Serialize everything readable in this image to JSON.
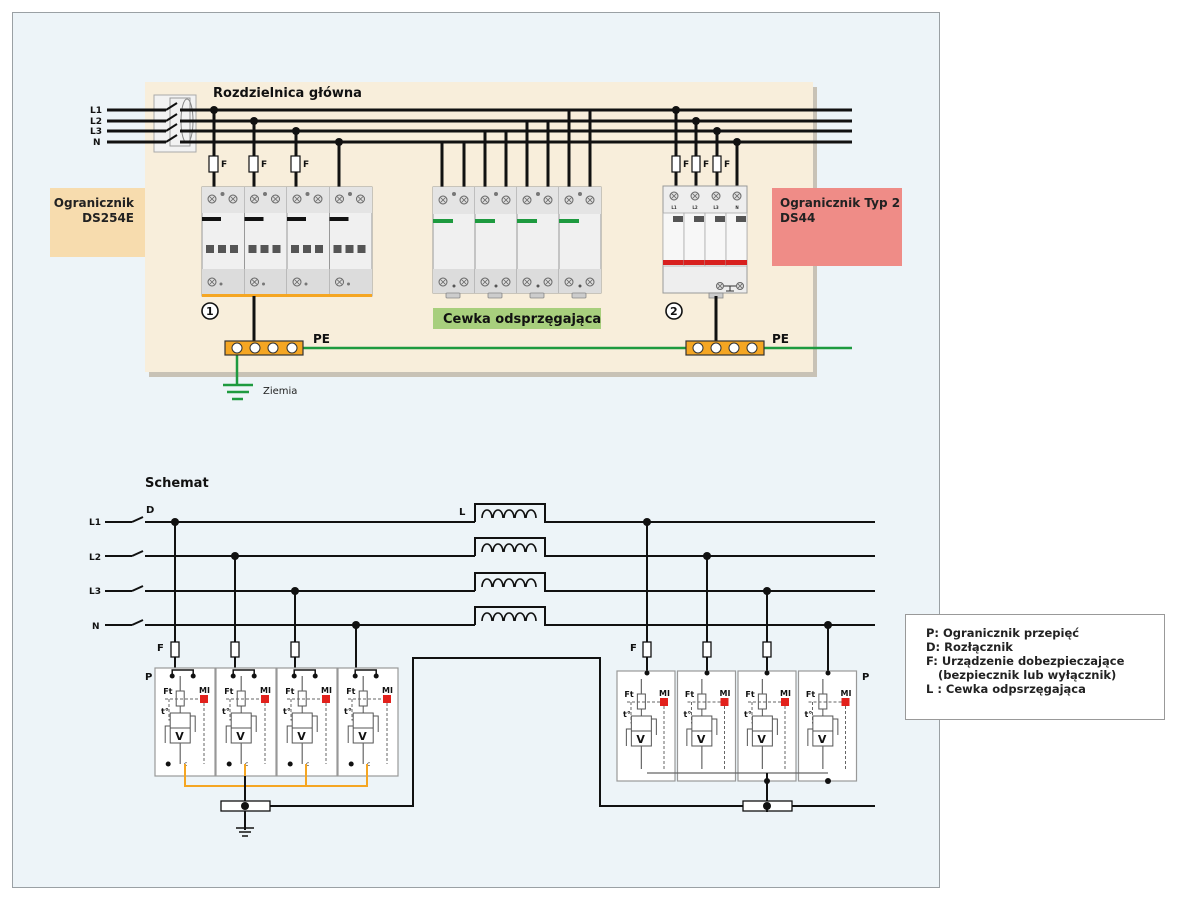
{
  "top_section": {
    "title": "Rozdzielnica główna",
    "line_labels": [
      "L1",
      "L2",
      "L3",
      "N"
    ],
    "fuse_label": "F",
    "left_box": {
      "line1": "Ogranicznik",
      "line2": "DS254E",
      "color": "#f7dcae"
    },
    "right_box": {
      "line1": "Ogranicznik Typ 2",
      "line2": "DS44",
      "color": "#ef8c87"
    },
    "coil_box": {
      "label": "Cewka odsprzęgająca",
      "color": "#a8cf7d"
    },
    "marker_1": "1",
    "marker_2": "2",
    "pe_label": "PE",
    "earth_label": "Ziemia",
    "ds44_pole_labels": [
      "L1",
      "L2",
      "L3",
      "N"
    ],
    "background_color": "#f8eedb",
    "pe_wire_color": "#1e9a3f",
    "busbar_color": "#f5a623"
  },
  "schematic": {
    "title": "Schemat",
    "line_labels": [
      "L1",
      "L2",
      "L3",
      "N"
    ],
    "switch_label": "D",
    "coil_label": "L",
    "fuse_label": "F",
    "spd_label": "P",
    "module_labels": {
      "ft": "Ft",
      "mi": "MI",
      "temp": "t°",
      "varistor": "V",
      "contact": "c"
    },
    "mi_color": "#e2211c",
    "bond_color": "#f5a623"
  },
  "legend": {
    "items": [
      "P: Ogranicznik przepięć",
      "D: Rozłącznik",
      "F: Urządzenie dobezpieczające",
      "   (bezpiecznik lub wyłącznik)",
      "L : Cewka odpsrzęgająca"
    ]
  }
}
